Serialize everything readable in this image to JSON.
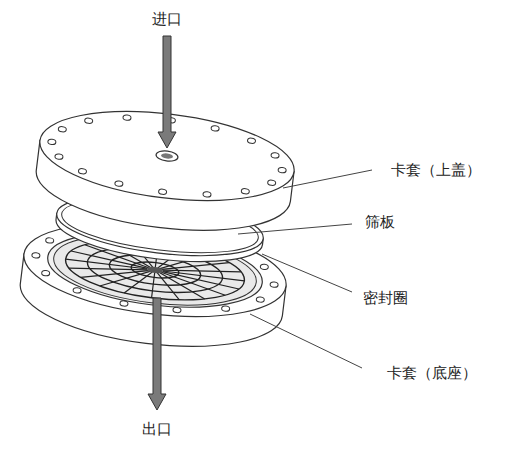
{
  "diagram": {
    "labels": [
      "进口",
      "出口",
      "卡套（上盖）",
      "筛板",
      "密封圈",
      "卡套（底座）"
    ]
  }
}
